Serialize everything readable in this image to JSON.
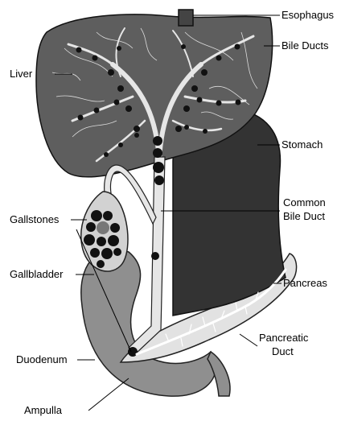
{
  "labels": {
    "esophagus": "Esophagus",
    "bile_ducts": "Bile Ducts",
    "liver": "Liver",
    "stomach": "Stomach",
    "gallstones": "Gallstones",
    "common_bile_duct_line1": "Common",
    "common_bile_duct_line2": "Bile Duct",
    "gallbladder": "Gallbladder",
    "pancreas": "Pancreas",
    "pancreatic_duct_line1": "Pancreatic",
    "pancreatic_duct_line2": "Duct",
    "duodenum": "Duodenum",
    "ampulla": "Ampulla"
  },
  "colors": {
    "liver": "#5e5e5e",
    "stomach": "#333333",
    "duodenum": "#8f8f8f",
    "pancreas": "#e2e2e2",
    "duct": "#e6e6e6",
    "gallbladder": "#d2d2d2",
    "stone": "#111111"
  }
}
